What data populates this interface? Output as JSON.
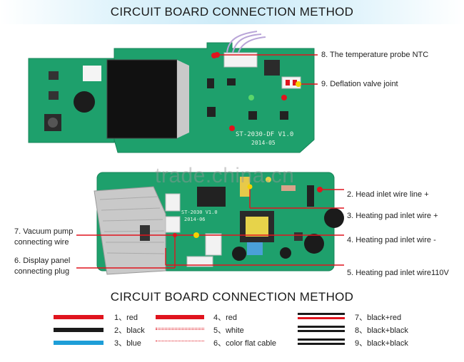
{
  "header": {
    "title": "CIRCUIT BOARD CONNECTION METHOD",
    "band_color": "#cdebf8"
  },
  "boards": {
    "top_board": {
      "silkscreen_model": "ST-2030-DF V1.0",
      "silkscreen_date": "2014-05",
      "color": "#1ea06c"
    },
    "bottom_board": {
      "silkscreen_model": "ST-2030 V1.0",
      "silkscreen_date": "2014-06",
      "color": "#1ea06c"
    }
  },
  "watermark": "trade.china.cn",
  "callouts": {
    "c8": "8. The temperature probe NTC",
    "c9": "9. Deflation valve joint",
    "c2": "2. Head inlet wire line +",
    "c3": "3. Heating pad inlet wire +",
    "c4": "4.  Heating pad inlet wire -",
    "c5": "5. Heating pad inlet wire110V",
    "c7_line1": "7. Vacuum pump",
    "c7_line2": "connecting wire",
    "c6_line1": "6. Display panel",
    "c6_line2": "connecting plug"
  },
  "legend": {
    "title": "CIRCUIT BOARD CONNECTION METHOD",
    "items": [
      {
        "label": "1、red",
        "color": "#e0141e"
      },
      {
        "label": "2、black",
        "color": "#1a1a1a"
      },
      {
        "label": "3、blue",
        "color": "#1e9ed8"
      },
      {
        "label": "4、red",
        "color": "#e0141e"
      },
      {
        "label": "5、white",
        "color": "#e0141e"
      },
      {
        "label": "6、color flat cable",
        "color": "#e0141e"
      },
      {
        "label": "7、black+red",
        "color": "#1a1a1a"
      },
      {
        "label": "8、black+black",
        "color": "#1a1a1a"
      },
      {
        "label": "9、black+black",
        "color": "#1a1a1a"
      }
    ]
  },
  "colors": {
    "accent_red": "#e0141e",
    "pointer_yellow": "#f5d100",
    "board_green": "#1ea06c"
  }
}
